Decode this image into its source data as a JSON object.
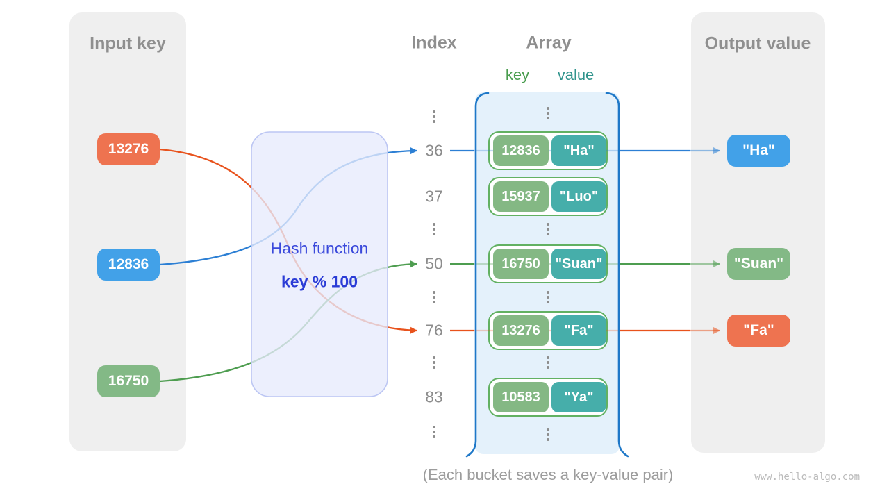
{
  "input_panel": {
    "title": "Input key",
    "keys": [
      {
        "label": "13276",
        "color": "#EE7350"
      },
      {
        "label": "12836",
        "color": "#42A1E8"
      },
      {
        "label": "16750",
        "color": "#83B986"
      }
    ]
  },
  "hash_function": {
    "name": "Hash function",
    "formula": "key % 100"
  },
  "index_column": {
    "title": "Index",
    "ellipsis": "⋮",
    "rows": [
      "36",
      "37",
      "50",
      "76",
      "83"
    ]
  },
  "array_panel": {
    "title": "Array",
    "key_label": "key",
    "value_label": "value",
    "ellipsis": "⋮",
    "pairs": [
      {
        "key": "12836",
        "value": "\"Ha\""
      },
      {
        "key": "15937",
        "value": "\"Luo\""
      },
      {
        "key": "16750",
        "value": "\"Suan\""
      },
      {
        "key": "13276",
        "value": "\"Fa\""
      },
      {
        "key": "10583",
        "value": "\"Ya\""
      }
    ]
  },
  "output_panel": {
    "title": "Output value",
    "values": [
      {
        "label": "\"Ha\"",
        "color": "#42A1E8"
      },
      {
        "label": "\"Suan\"",
        "color": "#83B986"
      },
      {
        "label": "\"Fa\"",
        "color": "#EE7350"
      }
    ]
  },
  "caption": "(Each bucket saves a key-value pair)",
  "watermark": "www.hello-algo.com",
  "colors": {
    "panel_gray": "#EFEFEF",
    "muted_text": "#8F8F8F",
    "arrow_blue": "#2C7FD4",
    "arrow_green": "#4E9D50",
    "arrow_orange": "#E8521C",
    "array_border": "#1E78C8",
    "array_fill": "#E4F1FB",
    "pair_border_green": "#62B162",
    "pair_key_green": "#84B884",
    "pair_value_teal": "#46AEAA",
    "hash_box_fill": "#E7EBFC",
    "hash_box_border": "#BCC6F3",
    "hash_text_blue": "#3A49DB",
    "key_label_green": "#4A9D4F",
    "value_label_teal": "#31948D"
  }
}
